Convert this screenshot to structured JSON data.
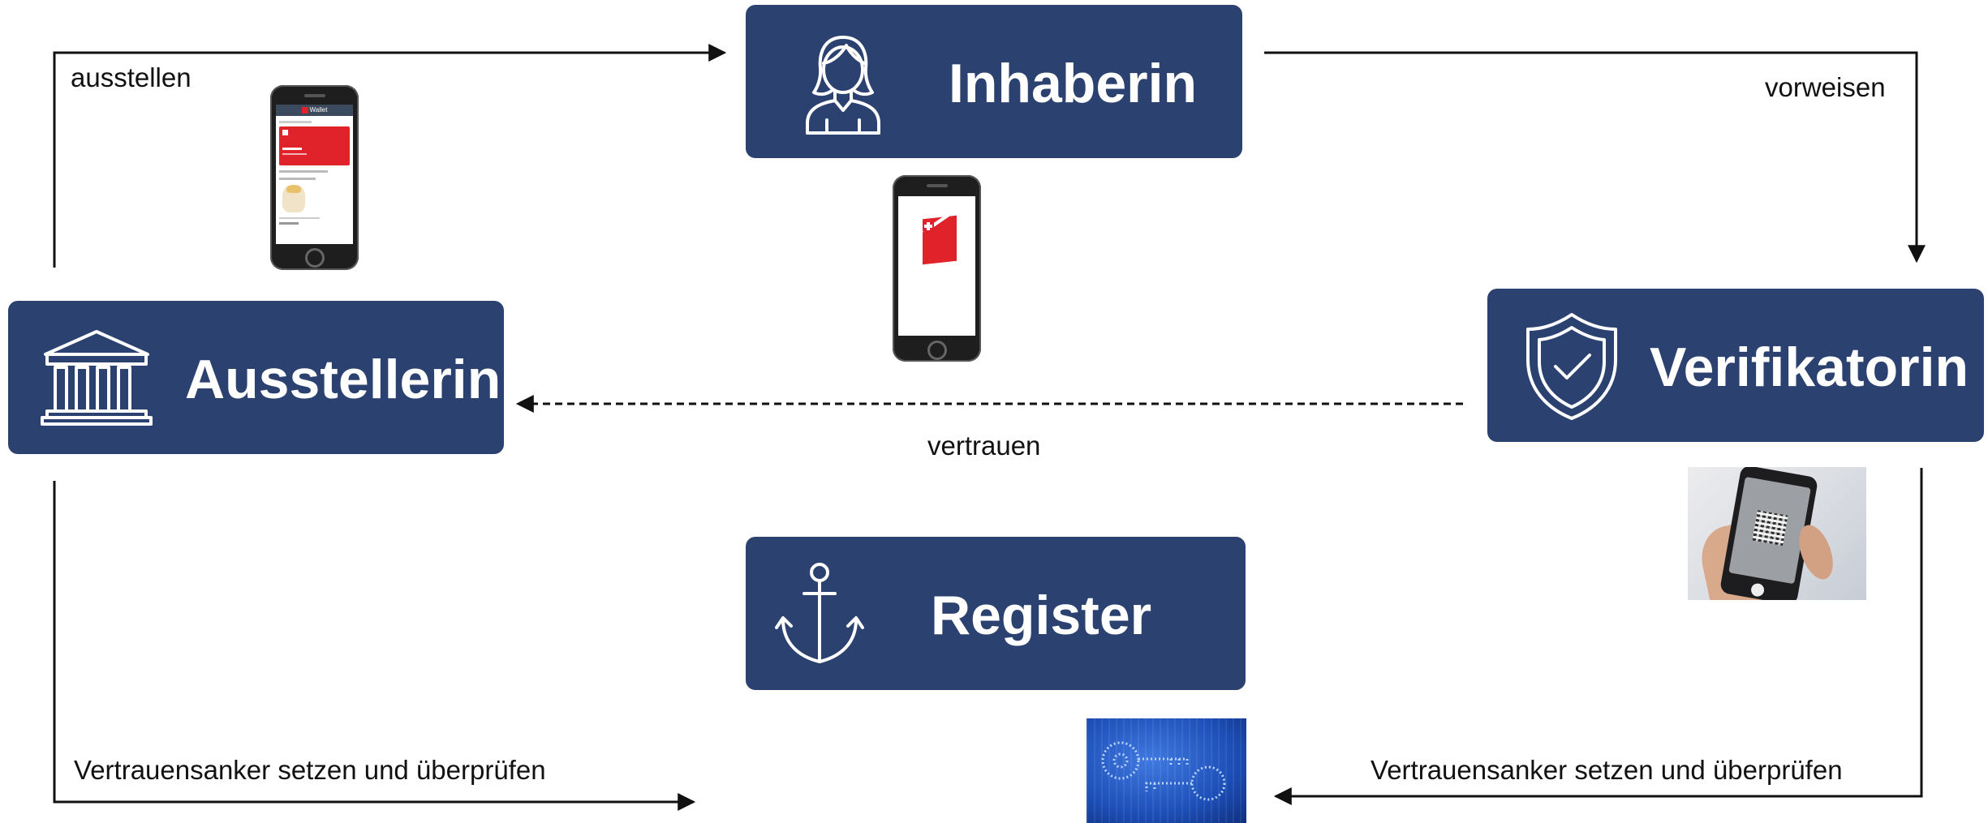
{
  "nodes": {
    "inhaberin": {
      "label": "Inhaberin",
      "icon": "woman-avatar-icon"
    },
    "ausstellerin": {
      "label": "Ausstellerin",
      "icon": "classical-building-icon"
    },
    "verifikatorin": {
      "label": "Verifikatorin",
      "icon": "shield-check-icon"
    },
    "register": {
      "label": "Register",
      "icon": "anchor-icon"
    }
  },
  "edges": {
    "ausstellen": "ausstellen",
    "vorweisen": "vorweisen",
    "vertrauen": "vertrauen",
    "anker_left": "Vertrauensanker setzen und überprüfen",
    "anker_right": "Vertrauensanker setzen und überprüfen"
  },
  "phone_wallet": {
    "header": "Wallet"
  },
  "colors": {
    "node_fill": "#2b4170",
    "node_text": "#ffffff",
    "swiss_red": "#e0232a",
    "line": "#111111"
  }
}
